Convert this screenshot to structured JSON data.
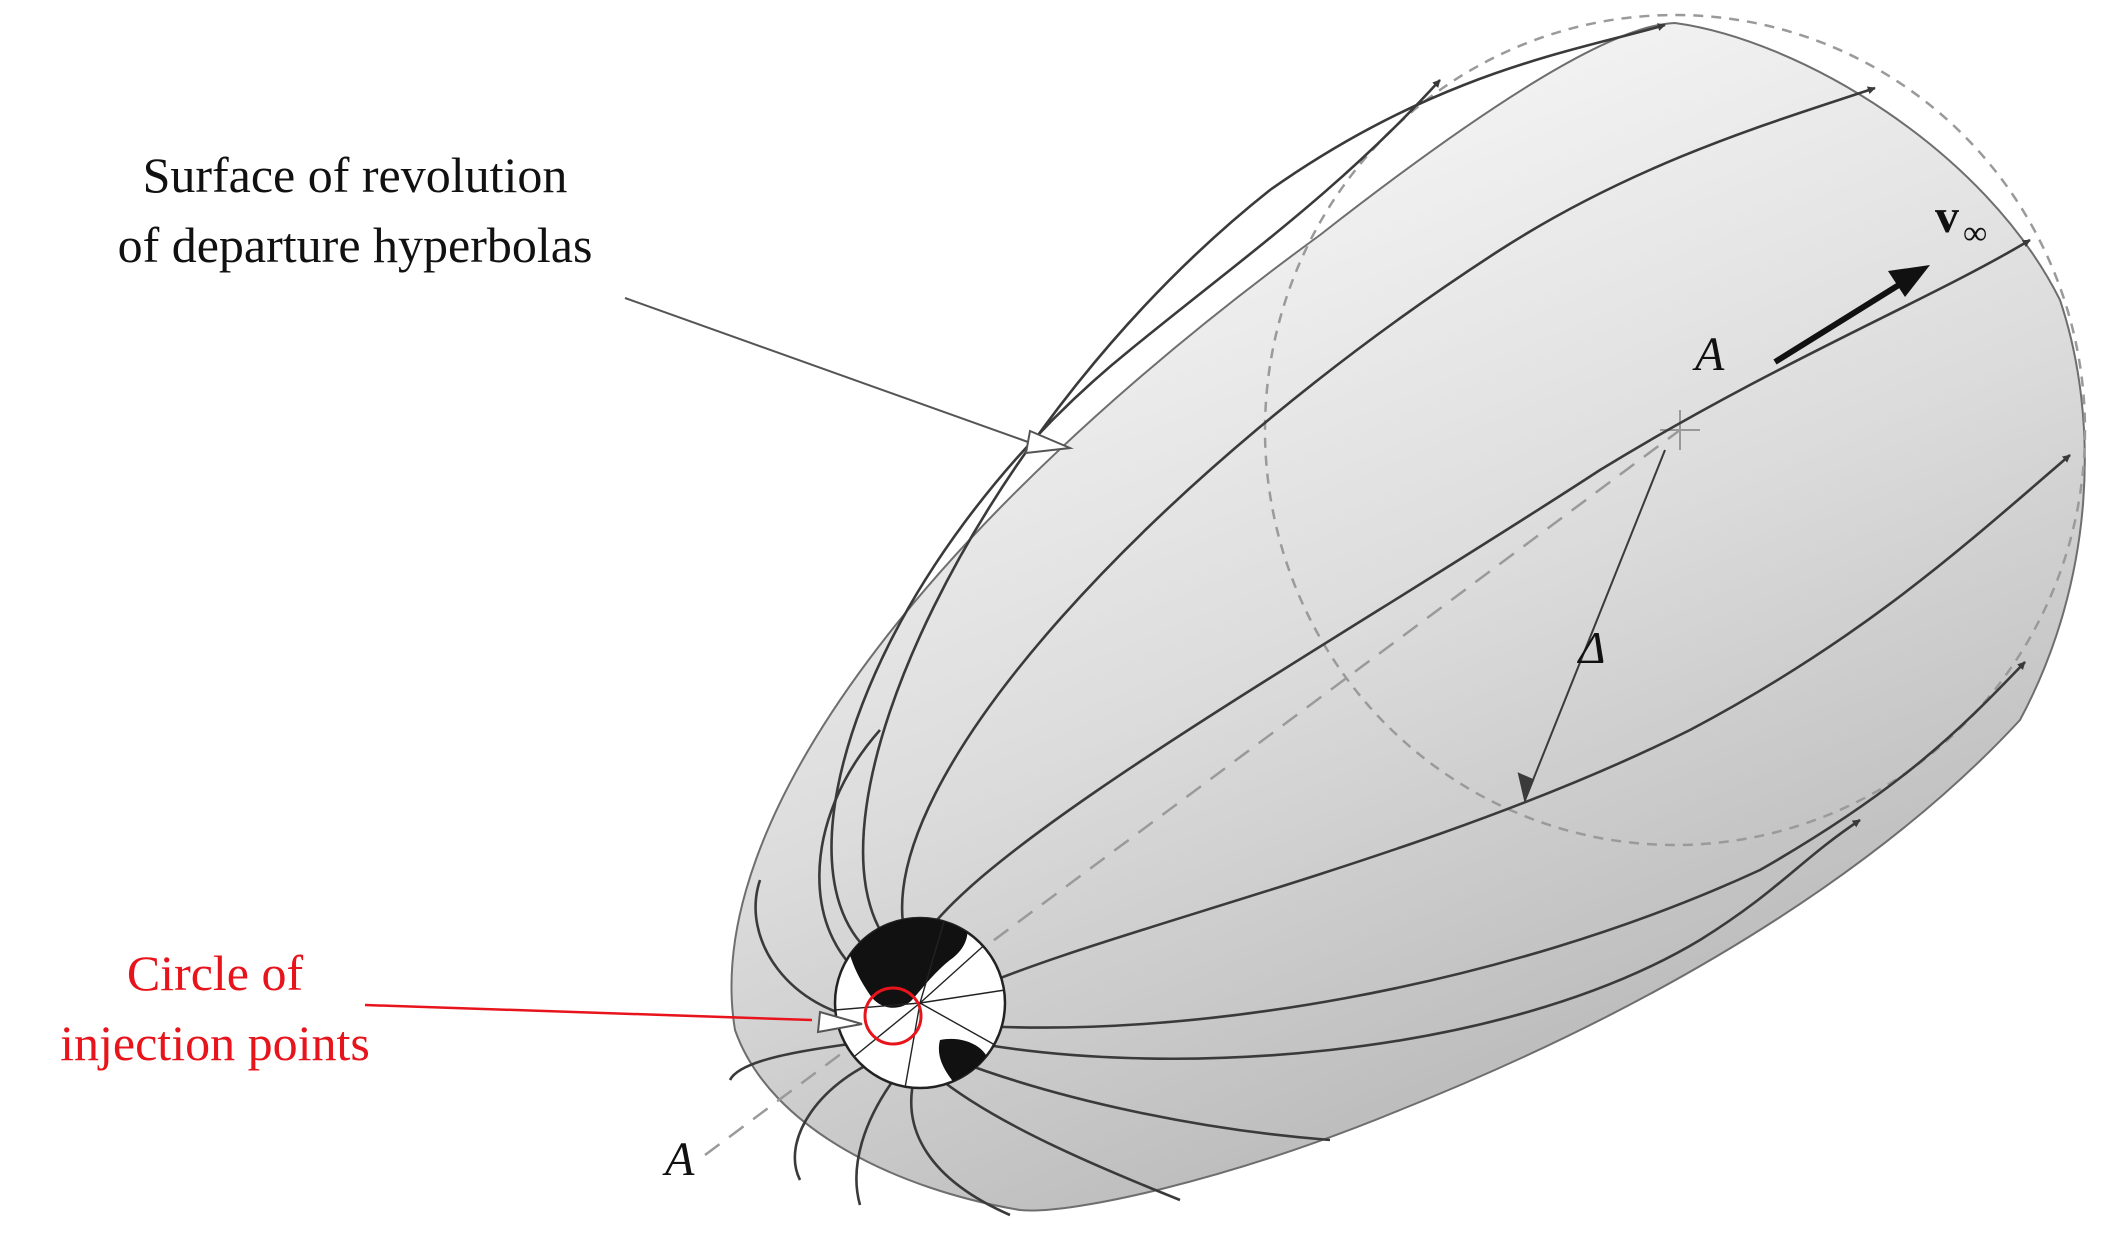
{
  "labels": {
    "surface_line1": "Surface of revolution",
    "surface_line2": "of departure hyperbolas",
    "injection_line1": "Circle of",
    "injection_line2": "injection points",
    "axis_top": "A",
    "axis_bottom": "A",
    "velocity": "v",
    "velocity_sub": "∞",
    "offset": "Δ"
  },
  "colors": {
    "surface_light": "#fafafa",
    "surface_dark": "#b4b4b4",
    "outline": "#3a3a3a",
    "text": "#111111",
    "injection": "#e8141c",
    "dashed": "#9a9a9a"
  }
}
